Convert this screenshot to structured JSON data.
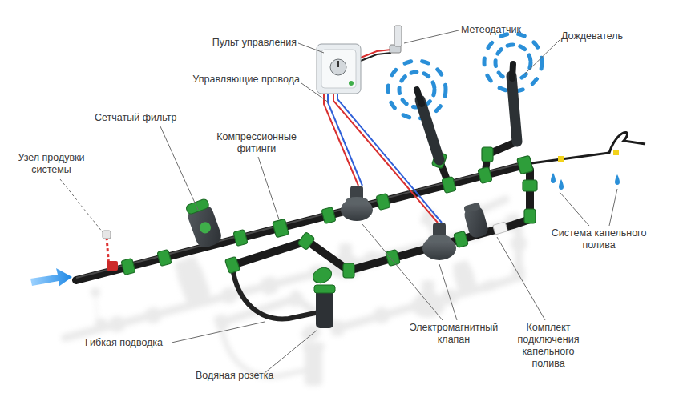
{
  "diagram": {
    "labels": [
      "Пульт управления",
      "Метеодатчик",
      "Дождеватель",
      "Управляющие провода",
      "Сетчатый фильтр",
      "Компрессионные фитинги",
      "Узел продувки системы",
      "Система капельного полива",
      "Гибкая подводка",
      "Электромагнитный клапан",
      "Комплект подключения капельного полива",
      "Водяная розетка"
    ]
  }
}
